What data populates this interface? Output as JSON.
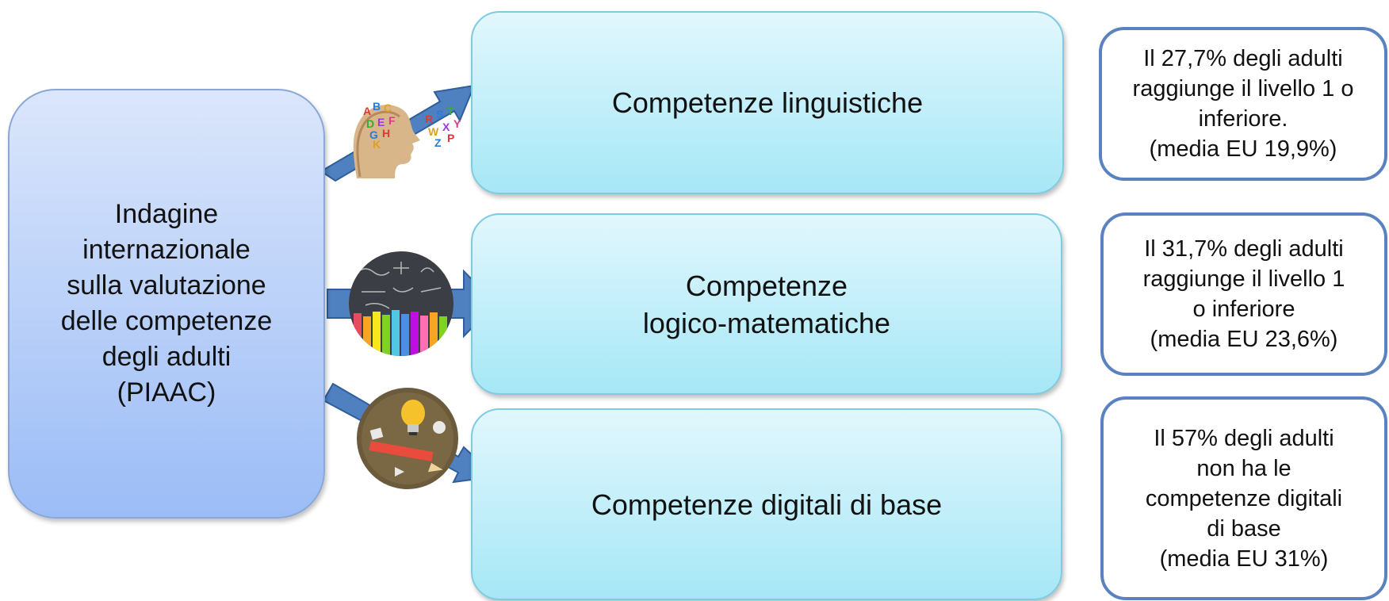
{
  "main": {
    "lines": [
      "Indagine",
      "internazionale",
      "sulla valutazione",
      "delle competenze",
      "degli adulti",
      "(PIAAC)"
    ]
  },
  "competences": [
    {
      "lines": [
        "Competenze linguistiche"
      ]
    },
    {
      "lines": [
        "Competenze",
        "logico-matematiche"
      ]
    },
    {
      "lines": [
        "Competenze digitali di base"
      ]
    }
  ],
  "stats": [
    {
      "lines": [
        "Il  27,7% degli adulti",
        "raggiunge il livello 1 o",
        "inferiore.",
        "(media EU 19,9%)"
      ]
    },
    {
      "lines": [
        "Il 31,7% degli adulti",
        "raggiunge il livello 1",
        "o inferiore",
        "(media EU 23,6%)"
      ]
    },
    {
      "lines": [
        "Il 57% degli adulti",
        "non ha le",
        "competenze digitali",
        "di base",
        "(media EU 31%)"
      ]
    }
  ],
  "colors": {
    "arrow": "#4f80c0",
    "main_box": "#9bbcf6",
    "comp_box": "#a6e7f6",
    "stat_border": "#5a82c0"
  },
  "icons": [
    "speaking-head-icon",
    "chalkboard-icon",
    "lightbulb-pencil-icon"
  ]
}
